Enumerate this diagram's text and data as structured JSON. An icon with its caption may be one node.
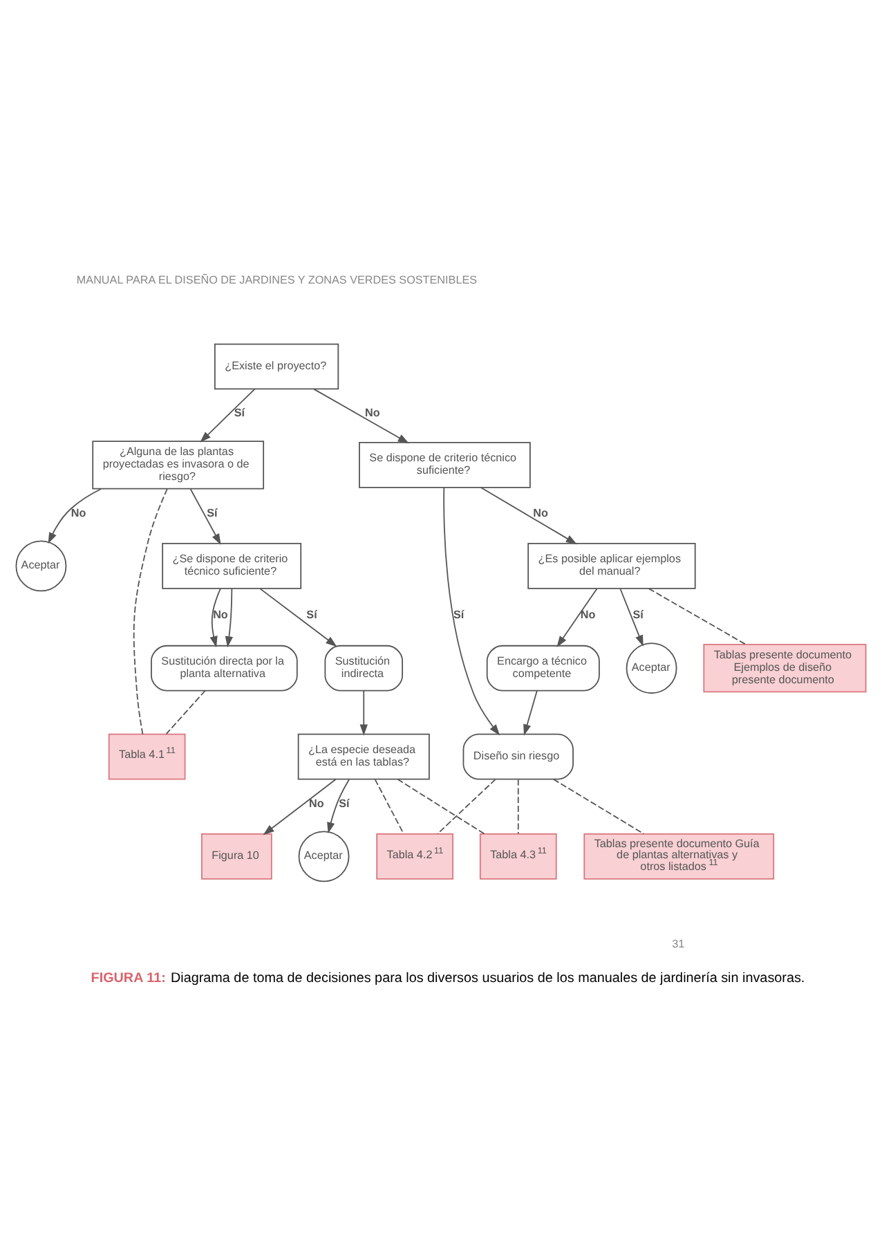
{
  "diagram": {
    "caption": "**FIGURA 11:** Diagrama de toma de decisiones para los diversos usuarios de los manuales de jardinería sin invasoras.",
    "nodes": [
      {
        "text": [
          "¿Existe el proyecto?"
        ]
      },
      {
        "text": [
          "¿Alguna de las plantas proyectadas es invasora o de riesgo?"
        ]
      },
      {
        "text": [
          "Se dispone de criterio técnico suficiente?"
        ]
      },
      {
        "text": [
          "Aceptar"
        ]
      },
      {
        "text": [
          "¿Se dispone de criterio técnico suficiente?"
        ]
      },
      {
        "text": [
          "¿Es posible aplicar ejemplos del manual?"
        ]
      },
      {
        "text": [
          "Sustitución directa por la planta alternativa"
        ]
      },
      {
        "text": [
          "Sustitución indirecta"
        ]
      },
      {
        "text": [
          "Aceptar"
        ]
      },
      {
        "text": [
          "Tablas presente documento Ejemplos de diseño presente documento"
        ]
      },
      {
        "text": [
          "Tabla 4.1$^{11}$"
        ]
      },
      {
        "text": [
          "¿La especie deseada está en las tablas?"
        ]
      },
      {
        "text": [
          "Encargo a técnico competente"
        ]
      },
      {
        "text": [
          "Figura 10"
        ]
      },
      {
        "text": [
          "Aceptar"
        ]
      },
      {
        "text": [
          "Diseño sin riesgo"
        ]
      },
      {
        "text": [
          "Tabla 4.2$^{11}$"
        ]
      },
      {
        "text": [
          "Tabla 4.3$^{11}$"
        ]
      },
      {
        "text": [
          "Tablas presente documento Guía de plantas alternativas y otros listados$^{11}$"
        ]
      }
    ],
    "edges": [
      {
        "from": 0,
        "to": 1,
        "arrow": "to",
        "label": "Sí"
      },
      {
        "from": 0,
        "to": 2,
        "arrow": "to",
        "label": "No"
      },
      {
        "from": 1,
        "to": 3,
        "arrow": "to",
        "label": "No"
      },
      {
        "from": 1,
        "to": 4,
        "arrow": "to",
        "label": "Sí"
      },
      {
        "from": 1,
        "to": 10,
        "arrow": "none",
        "style": "dashed"
      },
      {
        "from": 2,
        "to": 15,
        "arrow": "to",
        "label": "Sí"
      },
      {
        "from": 2,
        "to": 5,
        "arrow": "to",
        "label": "No"
      },
      {
        "from": 4,
        "to": 6,
        "arrow": "to",
        "label": "No"
      },
      {
        "from": 4,
        "to": 6,
        "arrow": "to"
      },
      {
        "from": 4,
        "to": 7,
        "arrow": "to",
        "label": "Sí"
      },
      {
        "from": 5,
        "to": 8,
        "arrow": "to",
        "label": "Sí"
      },
      {
        "from": 5,
        "to": 12,
        "arrow": "to",
        "label": "No"
      },
      {
        "from": 5,
        "to": 9,
        "arrow": "none",
        "style": "dashed"
      },
      {
        "from": 6,
        "to": 10,
        "arrow": "none",
        "style": "dashed"
      },
      {
        "from": 7,
        "to": 11,
        "arrow": "to"
      },
      {
        "from": 11,
        "to": 13,
        "arrow": "to",
        "label": "No"
      },
      {
        "from": 11,
        "to": 14,
        "arrow": "to",
        "label": "Sí"
      },
      {
        "from": 11,
        "to": 16,
        "arrow": "none",
        "style": "dashed"
      },
      {
        "from": 11,
        "to": 17,
        "arrow": "none",
        "style": "dashed"
      },
      {
        "from": 12,
        "to": 15,
        "arrow": "to"
      },
      {
        "from": 15,
        "to": 16,
        "arrow": "none",
        "style": "dashed"
      },
      {
        "from": 15,
        "to": 17,
        "arrow": "none",
        "style": "dashed"
      },
      {
        "from": 15,
        "to": 18,
        "arrow": "none",
        "style": "dashed"
      }
    ],
    "labels": [
      "MANUAL PARA EL DISEÑO DE JARDINES Y ZONAS VERDES SOSTENIBLES",
      "31"
    ]
  }
}
